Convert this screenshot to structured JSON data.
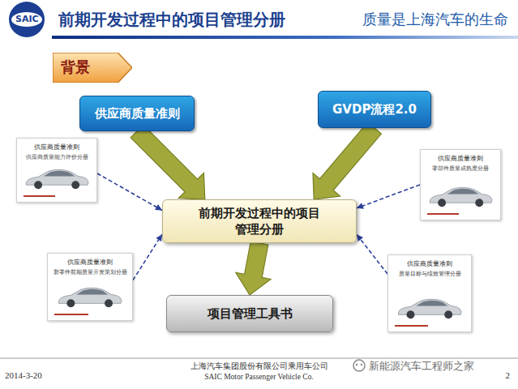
{
  "diagram": {
    "title": "前期开发过程中的项目管理分册",
    "nodes": [
      {
        "text": [
          "背景"
        ]
      },
      {
        "text": [
          "供应商质量准则"
        ]
      },
      {
        "text": [
          "GVDP流程2.0"
        ]
      },
      {
        "text": [
          "供应商质量准则",
          "供应商质量能力评价分册"
        ]
      },
      {
        "text": [
          "供应商质量准则",
          "零部件质量成熟度分册"
        ]
      },
      {
        "text": [
          "前期开发过程中的项目 管理分册"
        ]
      },
      {
        "text": [
          "供应商质量准则",
          "新零件前期质量开发策划分册"
        ]
      },
      {
        "text": [
          "供应商质量准则",
          "质量目标与绩效管理分册"
        ]
      },
      {
        "text": [
          "项目管理工具书"
        ]
      }
    ],
    "edges": [
      {
        "from": 1,
        "to": 5,
        "arrow": "to"
      },
      {
        "from": 2,
        "to": 5,
        "arrow": "to"
      },
      {
        "from": 3,
        "to": 5,
        "arrow": "to"
      },
      {
        "from": 4,
        "to": 5,
        "arrow": "to"
      },
      {
        "from": 6,
        "to": 5,
        "arrow": "to"
      },
      {
        "from": 7,
        "to": 5,
        "arrow": "to"
      },
      {
        "from": 5,
        "to": 8,
        "arrow": "to"
      }
    ],
    "labels": [
      "SAIC",
      "质量是上海汽车的生命",
      "2014-3-20",
      "上海汽车集团股份有限公司乘用车公司",
      "SAIC Motor Passenger Vehicle Co.",
      "新能源汽车工程师之家",
      "2"
    ]
  }
}
